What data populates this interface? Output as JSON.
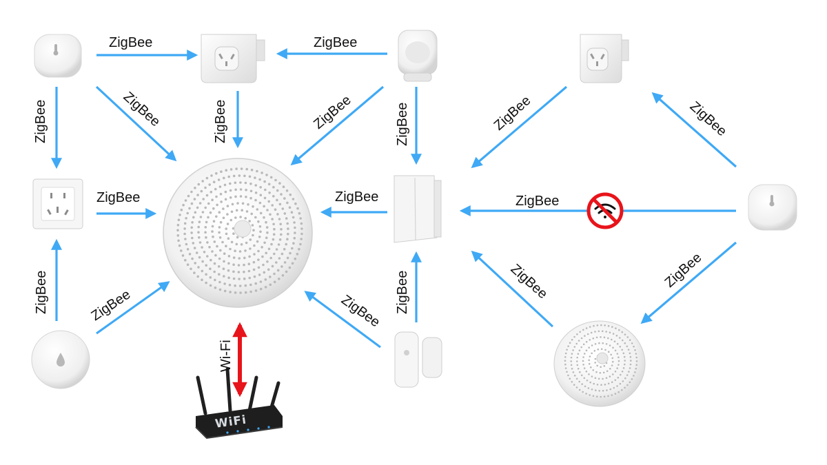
{
  "labels": {
    "zigbee": "ZigBee",
    "wifi": "Wi-Fi",
    "router_logo": "WiFi"
  },
  "colors": {
    "zigbee_arrow": "#3fa9f5",
    "wifi_arrow": "#e8141b",
    "no_wifi_sign": "#e8141b",
    "device_white": "#f4f4f4"
  },
  "devices": [
    {
      "name": "temperature-humidity-sensor",
      "icon": "thermometer-icon"
    },
    {
      "name": "smart-plug",
      "icon": "plug-icon"
    },
    {
      "name": "motion-sensor",
      "icon": "motion-sensor-icon"
    },
    {
      "name": "wall-socket",
      "icon": "wall-socket-icon"
    },
    {
      "name": "gateway-hub",
      "icon": "gateway-icon"
    },
    {
      "name": "wall-switch",
      "icon": "wall-switch-icon"
    },
    {
      "name": "water-leak-sensor",
      "icon": "water-drop-icon"
    },
    {
      "name": "door-window-sensor",
      "icon": "door-sensor-icon"
    },
    {
      "name": "wifi-router",
      "icon": "router-icon"
    },
    {
      "name": "no-wifi-sign",
      "icon": "no-wifi-icon"
    }
  ]
}
